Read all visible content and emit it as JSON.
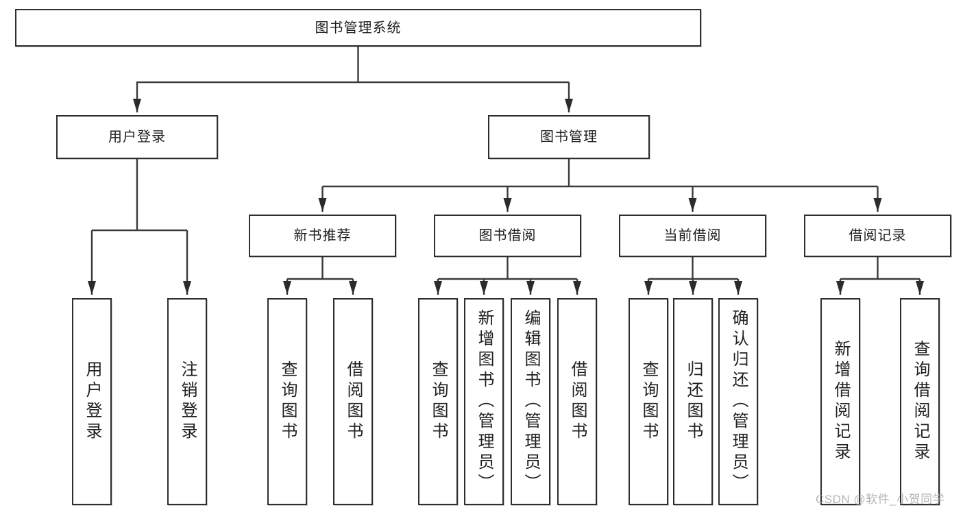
{
  "diagram": {
    "type": "hierarchy",
    "root": {
      "label": "图书管理系统"
    },
    "branches": [
      {
        "label": "用户登录",
        "children": [
          {
            "label": "用户登录"
          },
          {
            "label": "注销登录"
          }
        ]
      },
      {
        "label": "图书管理",
        "children": [
          {
            "label": "新书推荐",
            "children": [
              {
                "label": "查询图书"
              },
              {
                "label": "借阅图书"
              }
            ]
          },
          {
            "label": "图书借阅",
            "children": [
              {
                "label": "查询图书"
              },
              {
                "label": "新增图书（管理员）"
              },
              {
                "label": "编辑图书（管理员）"
              },
              {
                "label": "借阅图书"
              }
            ]
          },
          {
            "label": "当前借阅",
            "children": [
              {
                "label": "查询图书"
              },
              {
                "label": "归还图书"
              },
              {
                "label": "确认归还（管理员）"
              }
            ]
          },
          {
            "label": "借阅记录",
            "children": [
              {
                "label": "新增借阅记录"
              },
              {
                "label": "查询借阅记录"
              }
            ]
          }
        ]
      }
    ],
    "colors": {
      "box_border": "#2e2e2e",
      "connector_line": "#3a3a3a",
      "arrowhead": "#2b2b2b",
      "text": "#1f1f1f",
      "watermark": "#a8a8a8",
      "background": "#ffffff"
    }
  },
  "watermark": {
    "text": "CSDN @软件_小贺同学"
  }
}
